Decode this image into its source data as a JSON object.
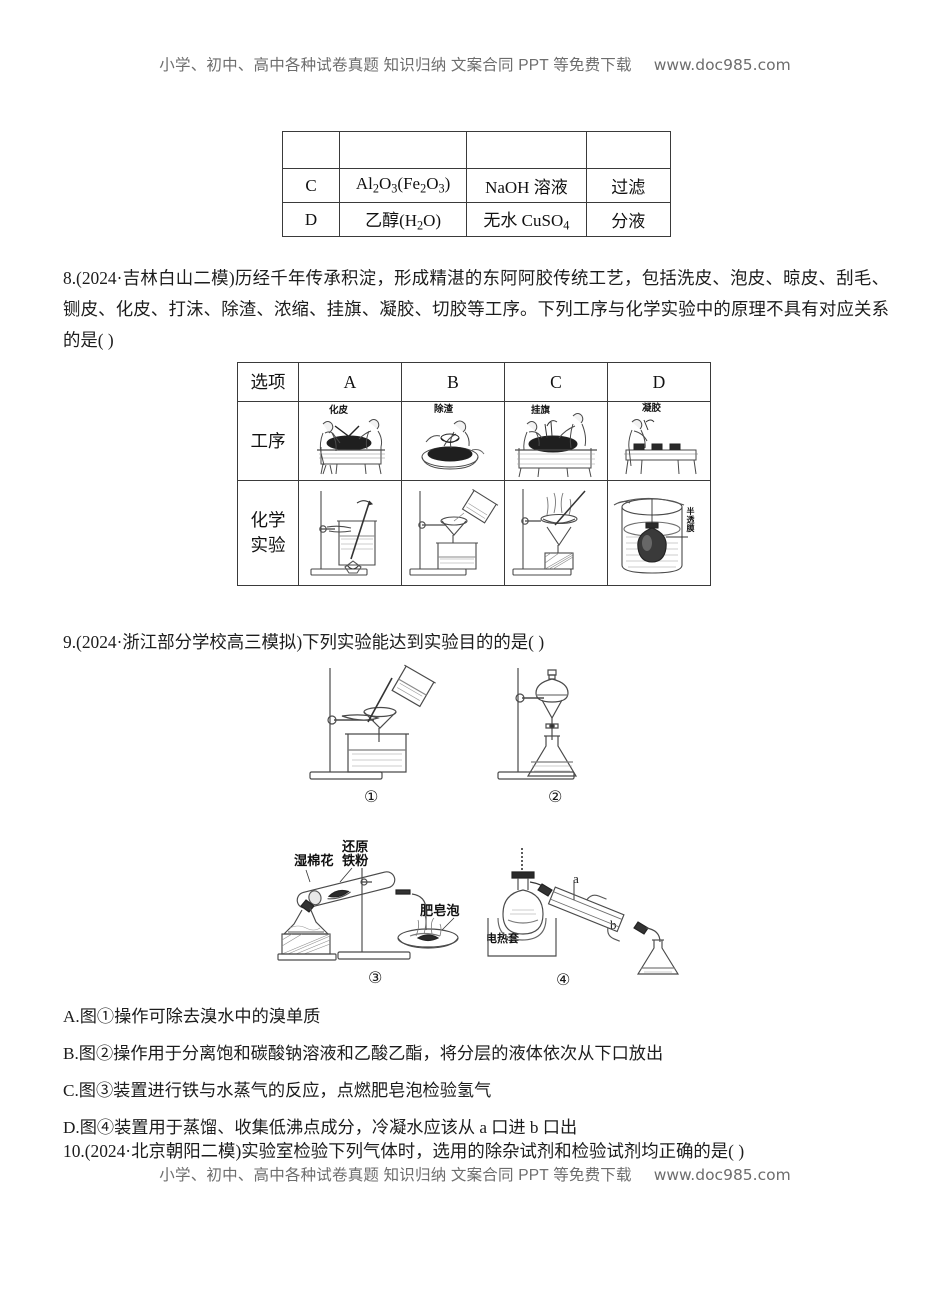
{
  "watermark": {
    "text": "小学、初中、高中各种试卷真题 知识归纳 文案合同 PPT 等免费下载",
    "url": "www.doc985.com"
  },
  "table_separation": {
    "rows": [
      {
        "option": "",
        "substance": "",
        "reagent": "",
        "method": ""
      },
      {
        "option": "C",
        "substance_main": "Al",
        "substance": "Al2O3(Fe2O3)",
        "reagent": "NaOH 溶液",
        "method": "过滤"
      },
      {
        "option": "D",
        "substance": "乙醇(H2O)",
        "reagent": "无水 CuSO4",
        "method": "分液"
      }
    ],
    "cells": {
      "c_option": "C",
      "c_sub_pre": "Al",
      "c_sub_n1": "2",
      "c_sub_mid": "O",
      "c_sub_n2": "3",
      "c_sub_paren_open": "(Fe",
      "c_sub_n3": "2",
      "c_sub_o": "O",
      "c_sub_n4": "3",
      "c_sub_paren_close": ")",
      "c_reagent": "NaOH 溶液",
      "c_method": "过滤",
      "d_option": "D",
      "d_sub_pre": "乙醇(H",
      "d_sub_n1": "2",
      "d_sub_post": "O)",
      "d_reagent_pre": "无水 CuSO",
      "d_reagent_n": "4",
      "d_method": "分液"
    }
  },
  "question8": {
    "text": "8.(2024·吉林白山二模)历经千年传承积淀，形成精湛的东阿阿胶传统工艺，包括洗皮、泡皮、晾皮、刮毛、铡皮、化皮、打沫、除渣、浓缩、挂旗、凝胶、切胶等工序。下列工序与化学实验中的原理不具有对应关系的是(       )",
    "table": {
      "row_labels": {
        "header": "选项",
        "process": "工序",
        "experiment_line1": "化学",
        "experiment_line2": "实验"
      },
      "options": [
        "A",
        "B",
        "C",
        "D"
      ],
      "process_labels": [
        "化皮",
        "除渣",
        "挂旗",
        "凝胶"
      ],
      "experiment_labels": {
        "d_membrane_text": "半透膜"
      }
    }
  },
  "question9": {
    "text": "9.(2024·浙江部分学校高三模拟)下列实验能达到实验目的的是(       )",
    "figures": [
      {
        "id": "fig1",
        "caption": "①",
        "labels": []
      },
      {
        "id": "fig2",
        "caption": "②",
        "labels": []
      },
      {
        "id": "fig3",
        "caption": "③",
        "labels": [
          "湿棉花",
          "还原",
          "铁粉",
          "肥皂泡"
        ]
      },
      {
        "id": "fig4",
        "caption": "④",
        "labels": [
          "电热套",
          "a",
          "b"
        ]
      }
    ],
    "options": [
      "A.图①操作可除去溴水中的溴单质",
      "B.图②操作用于分离饱和碳酸钠溶液和乙酸乙酯，将分层的液体依次从下口放出",
      "C.图③装置进行铁与水蒸气的反应，点燃肥皂泡检验氢气",
      "D.图④装置用于蒸馏、收集低沸点成分，冷凝水应该从 a 口进 b 口出"
    ]
  },
  "question10": {
    "text": "10.(2024·北京朝阳二模)实验室检验下列气体时，选用的除杂试剂和检验试剂均正确的是(       )"
  },
  "colors": {
    "ink": "#1a1a1a",
    "rule": "#3a3a3a",
    "watermark": "#6d6d6d",
    "figure_line": "#4a4a4a"
  }
}
